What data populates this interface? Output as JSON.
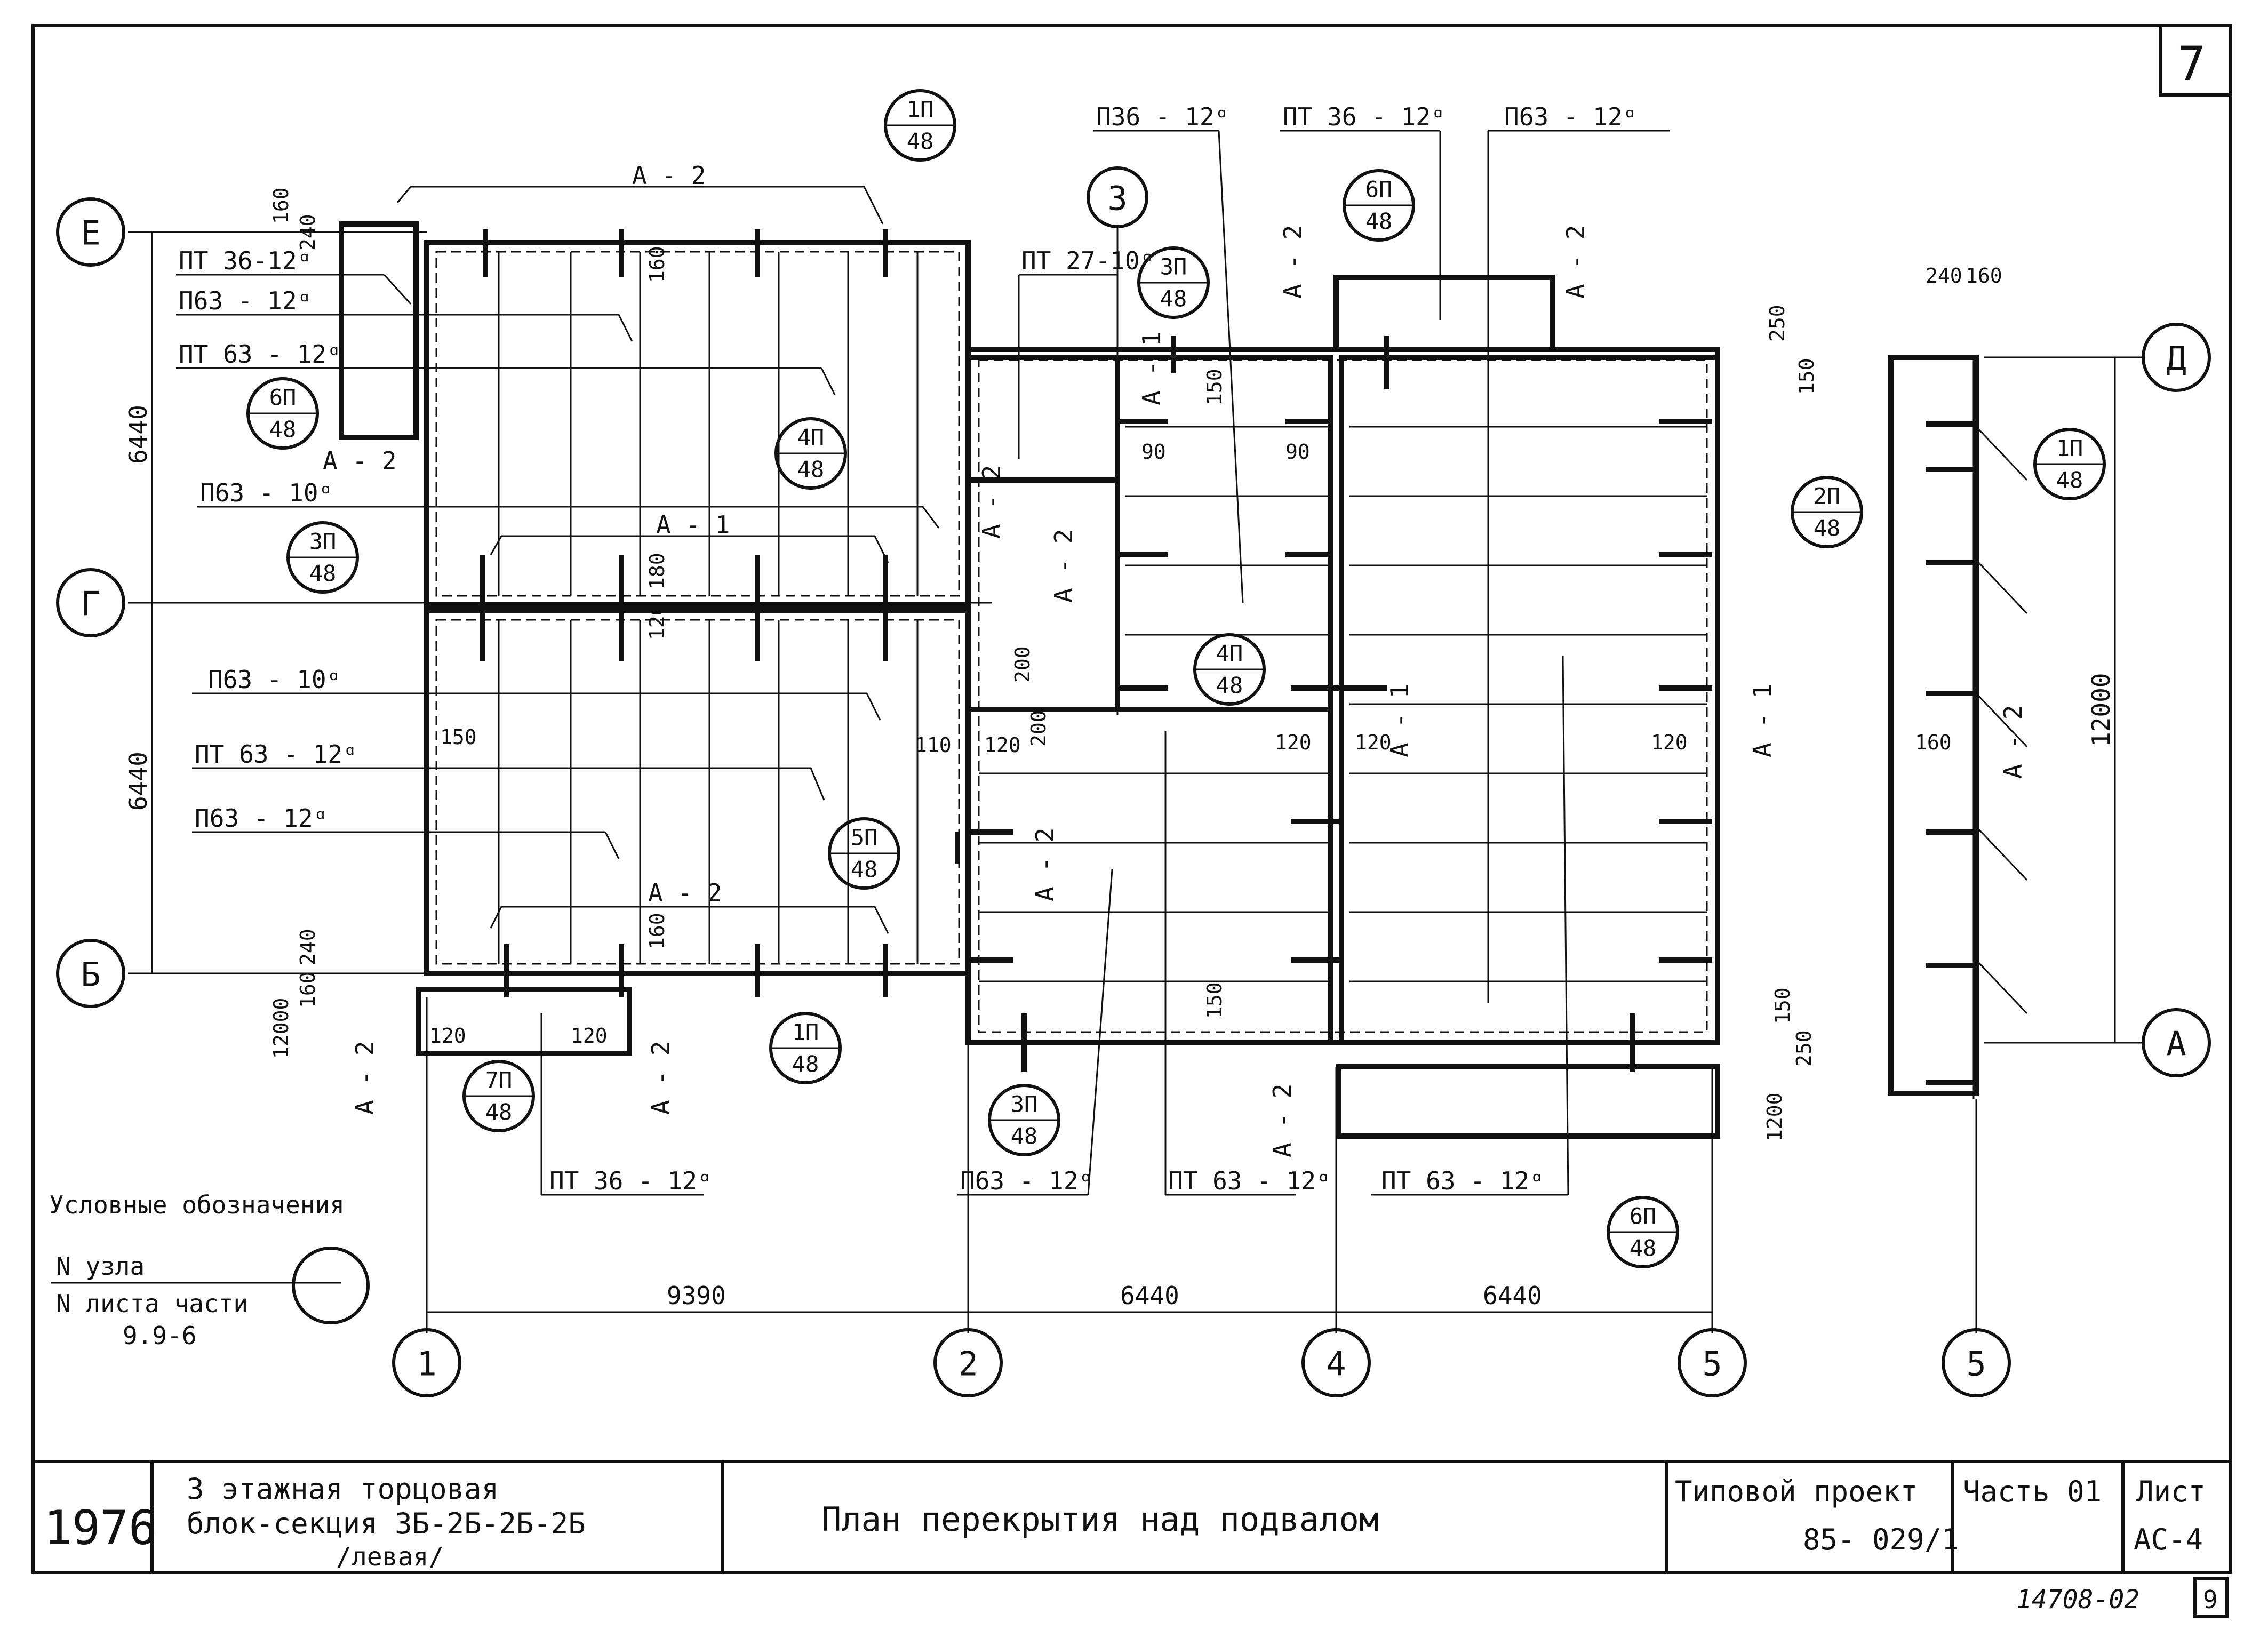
{
  "sheet_number_top": "7",
  "axes": {
    "rows": [
      "Е",
      "Г",
      "Б"
    ],
    "right_rows": [
      "Д",
      "А"
    ],
    "columns": [
      "1",
      "2",
      "4",
      "5"
    ],
    "column_right": "5"
  },
  "dimensions": {
    "d9390": "9390",
    "d6440a": "6440",
    "d6440b": "6440",
    "left_top": "6440",
    "left_bot": "6440",
    "right_12000": "12000",
    "d120": "120",
    "d160": "160",
    "d150": "150",
    "d240": "240",
    "d250": "250",
    "d200": "200",
    "d180": "180",
    "d110": "110",
    "d90": "90",
    "d1200": "1200",
    "d12000_small": "12000"
  },
  "slabs": {
    "pt36_12": "ПТ 36-12ᵅ",
    "p63_12": "П63 - 12ᵅ",
    "pt63_12": "ПТ 63 - 12ᵅ",
    "p63_10": "П63 - 10ᵅ",
    "p63_10b": "П63 - 10ᵅ",
    "pt63_12b": "ПТ 63 - 12ᵅ",
    "p63_12b": "П63 - 12ᵅ",
    "p36_12": "П36 - 12ᵅ",
    "pt36_12t": "ПТ 36 - 12ᵅ",
    "p63_12t": "П63 - 12ᵅ",
    "pt27_10": "ПТ 27-10ᵅ",
    "pt36_12bot": "ПТ 36 - 12ᵅ",
    "p63_12bot": "П63 - 12ᵅ",
    "pt63_12bot": "ПТ 63 - 12ᵅ",
    "pt63_12bot2": "ПТ 63 - 12ᵅ"
  },
  "anchors": {
    "a1": "А - 1",
    "a2": "А - 2"
  },
  "nodes": [
    {
      "n": "1П",
      "s": "48"
    },
    {
      "n": "6П",
      "s": "48"
    },
    {
      "n": "3П",
      "s": "48"
    },
    {
      "n": "4П",
      "s": "48"
    },
    {
      "n": "2П",
      "s": "48"
    },
    {
      "n": "5П",
      "s": "48"
    },
    {
      "n": "7П",
      "s": "48"
    },
    {
      "n": "6П",
      "s": "48"
    }
  ],
  "legend": {
    "title": "Условные обозначения",
    "node_no": "N узла",
    "sheet_no": "N листа части",
    "part": "9.9-6"
  },
  "title_block": {
    "year": "1976",
    "building_l1": "3 этажная торцовая",
    "building_l2": "блок-секция 3Б-2Б-2Б-2Б",
    "building_l3": "/левая/",
    "drawing_title": "План перекрытия над подвалом",
    "project_label": "Типовой проект",
    "project_no": "85- 029/1",
    "part_label": "Часть 01",
    "sheet_label": "Лист",
    "sheet_code": "АС-4"
  },
  "footer": {
    "archive_no": "14708-02",
    "page": "9"
  }
}
